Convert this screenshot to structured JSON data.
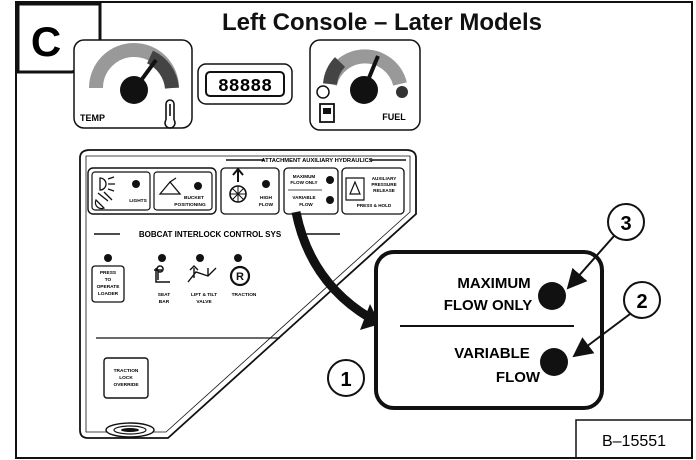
{
  "figure": {
    "panel_letter": "C",
    "title": "Left Console – Later Models",
    "figure_code": "B–15551"
  },
  "gauges": {
    "temp_label": "TEMP",
    "hourmeter_display": "88888",
    "fuel_label": "FUEL"
  },
  "panel": {
    "hydraulics_header": "ATTACHMENT AUXILIARY HYDRAULICS",
    "lights_label": "LIGHTS",
    "bucket_label_1": "BUCKET",
    "bucket_label_2": "POSITIONING",
    "high_flow_1": "HIGH",
    "high_flow_2": "FLOW",
    "max_flow_small_1": "MAXIMUM",
    "max_flow_small_2": "FLOW ONLY",
    "variable_small_1": "VARIABLE",
    "variable_small_2": "FLOW",
    "aux_pressure_1": "AUXILIARY",
    "aux_pressure_2": "PRESSURE",
    "aux_pressure_3": "RELEASE",
    "press_hold": "PRESS & HOLD",
    "interlock_header": "BOBCAT INTERLOCK CONTROL SYS",
    "press_to_operate_1": "PRESS",
    "press_to_operate_2": "TO",
    "press_to_operate_3": "OPERATE",
    "press_to_operate_4": "LOADER",
    "seat_bar_1": "SEAT",
    "seat_bar_2": "BAR",
    "lift_tilt_1": "LIFT & TILT",
    "lift_tilt_2": "VALVE",
    "traction_label": "TRACTION",
    "traction_lock_1": "TRACTION",
    "traction_lock_2": "LOCK",
    "traction_lock_3": "OVERRIDE"
  },
  "detail": {
    "max_flow_line1": "MAXIMUM",
    "max_flow_line2": "FLOW ONLY",
    "variable_line1": "VARIABLE",
    "variable_line2": "FLOW"
  },
  "callouts": {
    "callout_1": "1",
    "callout_2": "2",
    "callout_3": "3"
  }
}
